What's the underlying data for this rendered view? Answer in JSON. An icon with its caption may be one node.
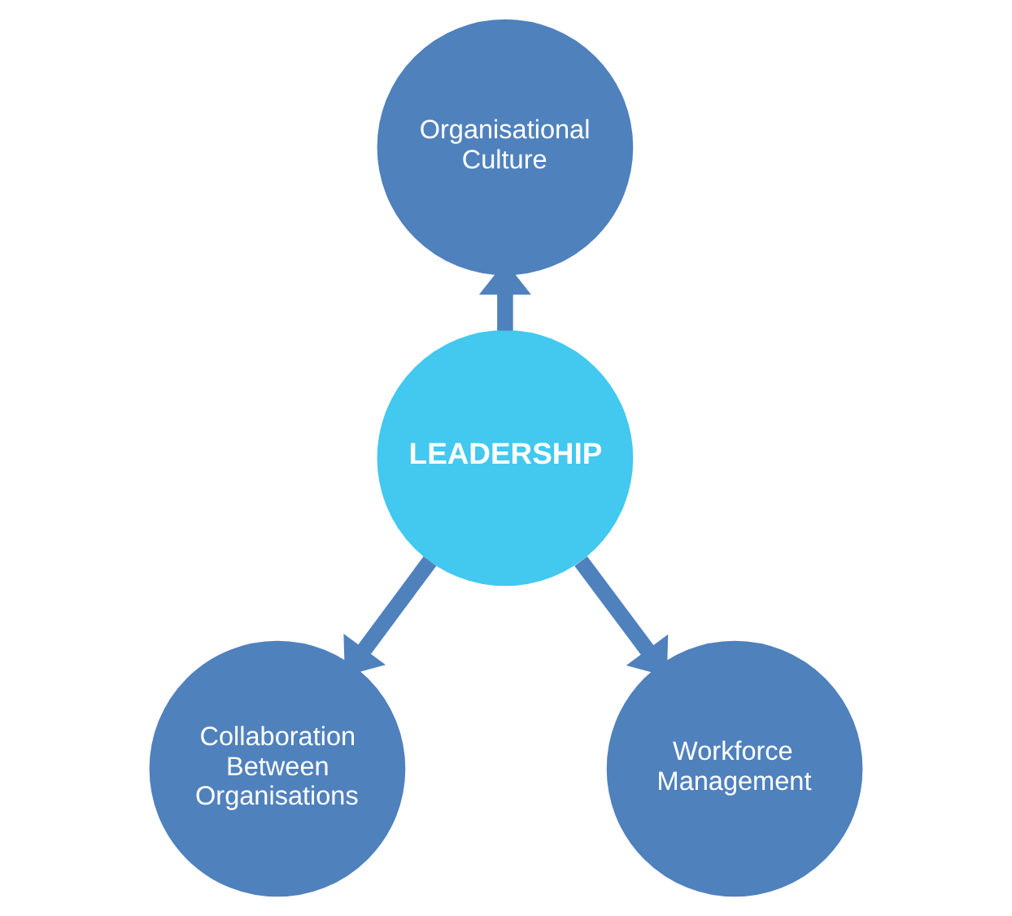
{
  "diagram": {
    "nodes": [
      {
        "text": [
          "Organisational Culture"
        ]
      },
      {
        "text": [
          "LEADERSHIP"
        ]
      },
      {
        "text": [
          "Collaboration Between Organisations"
        ]
      },
      {
        "text": [
          "Workforce Management"
        ]
      }
    ],
    "edges": [
      {
        "from": 1,
        "to": 0,
        "arrow": "to"
      },
      {
        "from": 1,
        "to": 2,
        "arrow": "to"
      },
      {
        "from": 1,
        "to": 3,
        "arrow": "to"
      }
    ]
  }
}
